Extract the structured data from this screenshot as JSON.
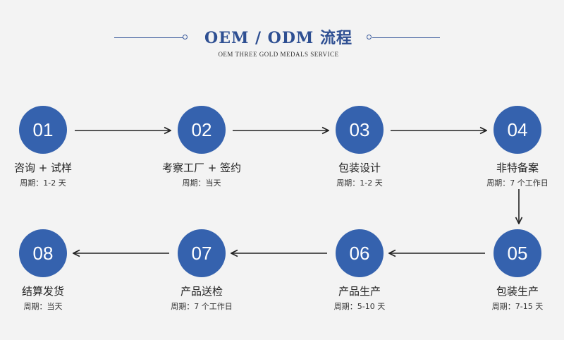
{
  "header": {
    "title": "OEM / ODM 流程",
    "subtitle": "OEM THREE GOLD MEDALS SERVICE"
  },
  "steps": [
    {
      "num": "01",
      "name": "咨询 + 试样",
      "period": "周期：1-2 天"
    },
    {
      "num": "02",
      "name": "考察工厂 + 签约",
      "period": "周期：当天"
    },
    {
      "num": "03",
      "name": "包装设计",
      "period": "周期：1-2 天"
    },
    {
      "num": "04",
      "name": "非特备案",
      "period": "周期：7 个工作日"
    },
    {
      "num": "05",
      "name": "包装生产",
      "period": "周期：7-15 天"
    },
    {
      "num": "06",
      "name": "产品生产",
      "period": "周期：5-10 天"
    },
    {
      "num": "07",
      "name": "产品送检",
      "period": "周期：7 个工作日"
    },
    {
      "num": "08",
      "name": "结算发货",
      "period": "周期：当天"
    }
  ],
  "colors": {
    "circle": "#3562ae",
    "title": "#2e4f92",
    "arrow": "#222222"
  }
}
